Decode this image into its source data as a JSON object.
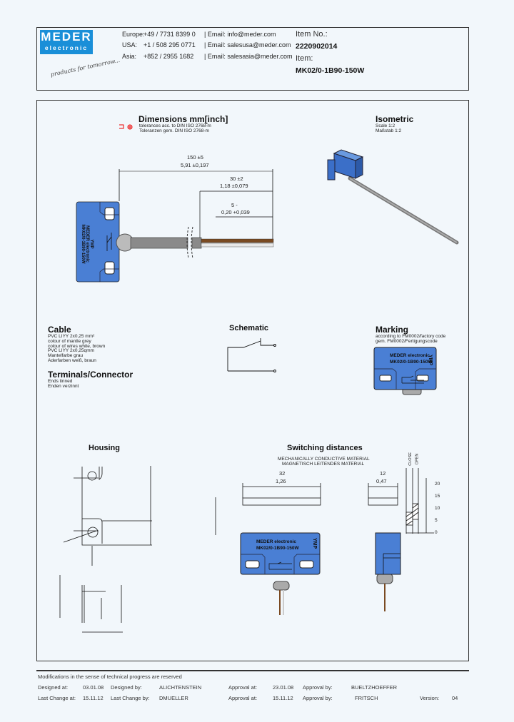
{
  "header": {
    "logo": {
      "line1": "MEDER",
      "line2": "electronic",
      "slogan": "products for tomorrow..."
    },
    "contacts": [
      {
        "region": "Europe:",
        "phone": "+49 / 7731 8399 0",
        "email": "| Email: info@meder.com"
      },
      {
        "region": "USA:",
        "phone": "+1 / 508 295 0771",
        "email": "| Email: salesusa@meder.com"
      },
      {
        "region": "Asia:",
        "phone": "+852 / 2955 1682",
        "email": "| Email: salesasia@meder.com"
      }
    ],
    "item_no_label": "Item No.:",
    "item_no": "2220902014",
    "item_label": "Item:",
    "item": "MK02/0-1B90-150W"
  },
  "dimensions": {
    "title": "Dimensions mm[inch]",
    "note1": "tolerances acc. to DIN ISO 2768-m",
    "note2": "Toleranzen gem. DIN ISO 2768-m",
    "dim_total": "150 ±5",
    "dim_total_in": "5,91 ±0,197",
    "dim_strip": "30 ±2",
    "dim_strip_in": "1,18 ±0,079",
    "dim_end": "5 -",
    "dim_end_in": "0,20 +0,039",
    "part_text1": "MEDER electronic",
    "part_text2": "MK02/0-1B90-150W",
    "part_code": "YMP"
  },
  "isometric": {
    "title": "Isometric",
    "scale1": "Scale 1:2",
    "scale2": "Maßstab 1:2"
  },
  "cable": {
    "title": "Cable",
    "lines": [
      "PVC LIYY 2x0,25 mm²",
      "colour of mantle grey",
      "colour of wires white, brown",
      "PVC LIYY 2x0,25qmm",
      "Mantelfarbe grau",
      "Aderfarben weiß, braun"
    ]
  },
  "terminals": {
    "title": "Terminals/Connector",
    "lines": [
      "Ends tinned",
      "Enden verzinnt"
    ]
  },
  "schematic": {
    "title": "Schematic"
  },
  "marking": {
    "title": "Marking",
    "line1": "according to FM0002/factory code",
    "line2": "gem. FM0002/Fertigungscode",
    "label1": "MEDER electronic",
    "label2": "MK02/0-1B90-150W",
    "code": "YMP"
  },
  "housing": {
    "title": "Housing"
  },
  "switching": {
    "title": "Switching distances",
    "note1": "MECHANICALLY CONDUCTIVE MATERIAL",
    "note2": "MAGNETISCH LEITENDES MATERIAL",
    "dim_width": "32",
    "dim_width_in": "1,26",
    "dim_depth": "12",
    "dim_depth_in": "0,47",
    "col1": "CLOSE",
    "col2": "OPEN",
    "scale": [
      "20",
      "15",
      "10",
      "5",
      "0"
    ],
    "label1": "MEDER electronic",
    "label2": "MK02/0-1B90-150W",
    "code": "YMP"
  },
  "footer": {
    "note": "Modifications in the sense of technical progress are reserved",
    "row1": {
      "k1": "Designed at:",
      "v1": "03.01.08",
      "k2": "Designed by:",
      "v2": "ALICHTENSTEIN",
      "k3": "Approval at:",
      "v3": "23.01.08",
      "k4": "Approval by:",
      "v4": "BUELTZHOEFFER"
    },
    "row2": {
      "k1": "Last Change at:",
      "v1": "15.11.12",
      "k2": "Last Change by:",
      "v2": "DMUELLER",
      "k3": "Approval at:",
      "v3": "15.11.12",
      "k4": "Approval by:",
      "v4": "FRITSCH",
      "k5": "Version:",
      "v5": "04"
    }
  },
  "colors": {
    "brand_blue": "#1a8fd8",
    "part_blue": "#4a7fd4",
    "wire_brown": "#7a4a22",
    "background": "#f2f7fb"
  }
}
